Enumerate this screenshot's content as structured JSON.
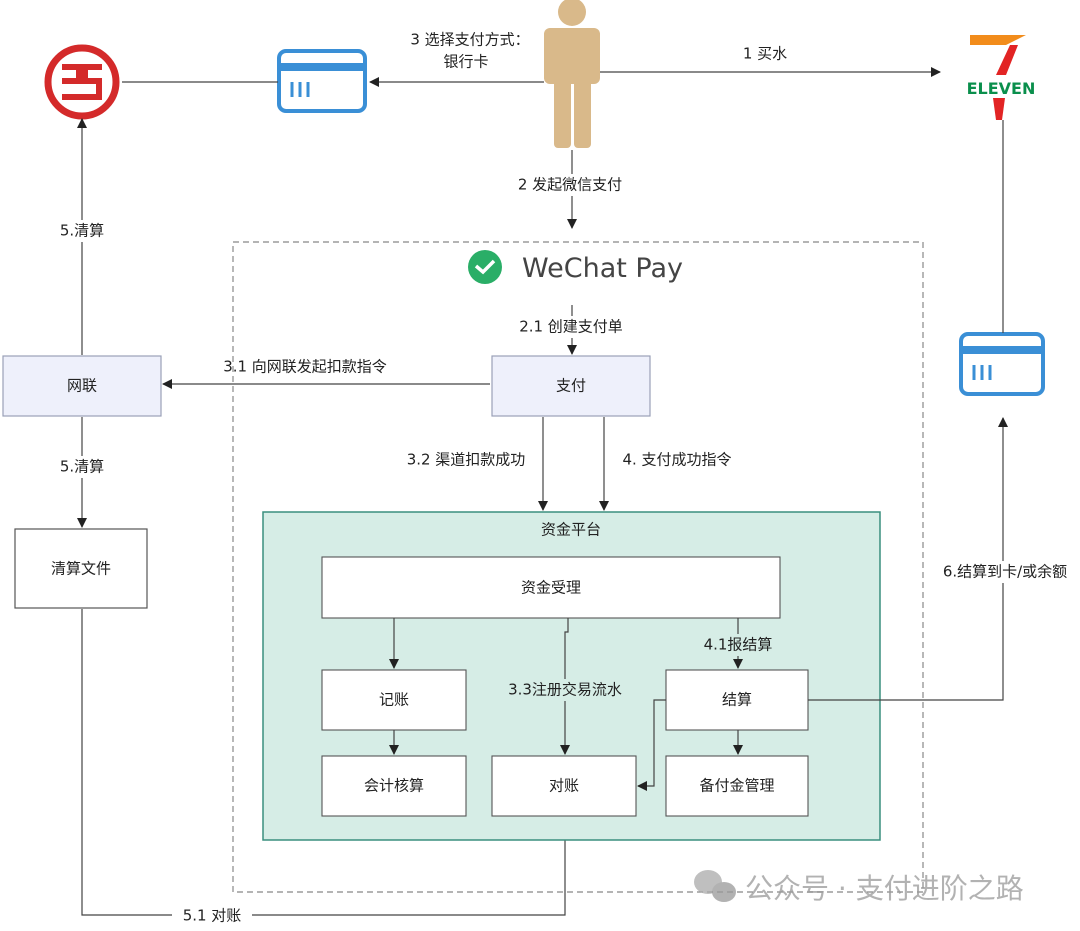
{
  "colors": {
    "bank_red": "#d42a2a",
    "card_blue": "#3a8fd6",
    "person_tan": "#d9b98a",
    "platform_fill": "#d6ede6",
    "platform_stroke": "#3a8f7e",
    "node_fill": "#eef0fb",
    "wechat_green": "#2aae67",
    "seven_orange": "#f28c1b",
    "seven_green": "#0a8f4c",
    "seven_red": "#e22424"
  },
  "icons": {
    "bank": "icbc-logo",
    "card": "bank-card-icon",
    "user": "person-icon",
    "store": "seven-eleven-logo",
    "wechat": "wechat-pay-logo"
  },
  "logos": {
    "store": "ELEVEN",
    "wechat": "WeChat Pay"
  },
  "edges": {
    "buy_water": "1 买水",
    "start_wechat_pay": "2 发起微信支付",
    "choose_method_1": "3 选择支付方式：",
    "choose_method_2": "银行卡",
    "create_order": "2.1 创建支付单",
    "to_netunion": "3.1 向网联发起扣款指令",
    "channel_success": "3.2 渠道扣款成功",
    "pay_success": "4. 支付成功指令",
    "clearing_up": "5.清算",
    "clearing_down": "5.清算",
    "register_flow": "3.3注册交易流水",
    "report_settle": "4.1报结算",
    "settle_to_card": "6.结算到卡/或余额",
    "reconcile": "5.1 对账"
  },
  "nodes": {
    "pay": "支付",
    "netunion": "网联",
    "clearing_file": "清算文件",
    "platform": "资金平台",
    "acceptance": "资金受理",
    "bookkeeping": "记账",
    "accounting": "会计核算",
    "reconciliation": "对账",
    "settlement": "结算",
    "reserve": "备付金管理"
  },
  "watermark": "公众号 · 支付进阶之路"
}
